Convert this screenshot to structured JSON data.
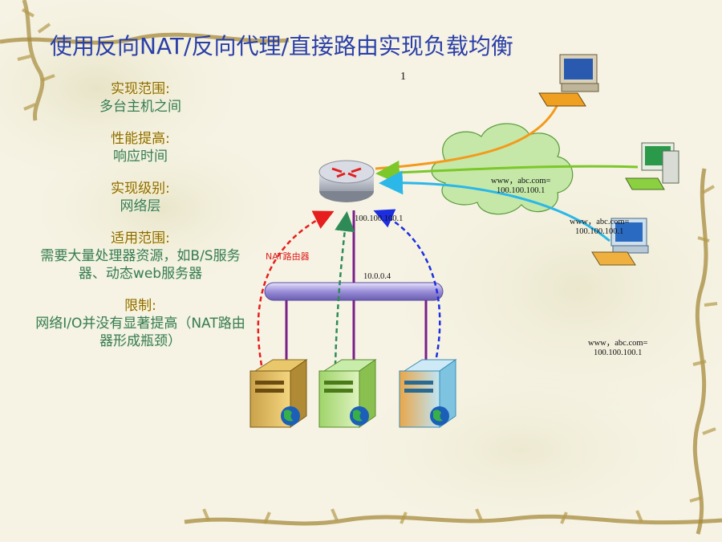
{
  "title": "使用反向NAT/反向代理/直接路由实现负载均衡",
  "page_number": "1",
  "features": [
    {
      "head": "实现范围:",
      "body": "多台主机之间"
    },
    {
      "head": "性能提高:",
      "body": "响应时间"
    },
    {
      "head": "实现级别:",
      "body": "网络层"
    },
    {
      "head": "适用范围:",
      "body": "需要大量处理器资源，如B/S服务器、动态web服务器"
    },
    {
      "head": "限制:",
      "body": "网络I/O并没有显著提高（NAT路由器形成瓶颈）"
    }
  ],
  "diagram": {
    "router_ip": "100.100.100.1",
    "internal_ip": "10.0.0.4",
    "nat_label": "NAT路由器",
    "client_dns_1_line1": "www，abc.com=",
    "client_dns_1_line2": "100.100.100.1",
    "client_dns_2_line1": "www，abc.com=",
    "client_dns_2_line2": "100.100.100.1",
    "client_dns_3_line1": "www，abc.com=",
    "client_dns_3_line2": "100.100.100.1"
  },
  "colors": {
    "title": "#2a3fa8",
    "head_text": "#8a6a08",
    "body_text": "#3b7a52",
    "orange_line": "#f39a1c",
    "green_line": "#7cc72a",
    "cyan_line": "#2bb7e8",
    "red_arrow": "#e61e1e",
    "teal_arrow": "#2e8b57",
    "blue_arrow": "#1c2ee0",
    "bus": "#9a8ed8",
    "purple_line": "#7a1f8a"
  },
  "icons": [
    "router-icon",
    "cloud-icon",
    "desktop-computer-icon",
    "server-icon",
    "globe-icon"
  ]
}
